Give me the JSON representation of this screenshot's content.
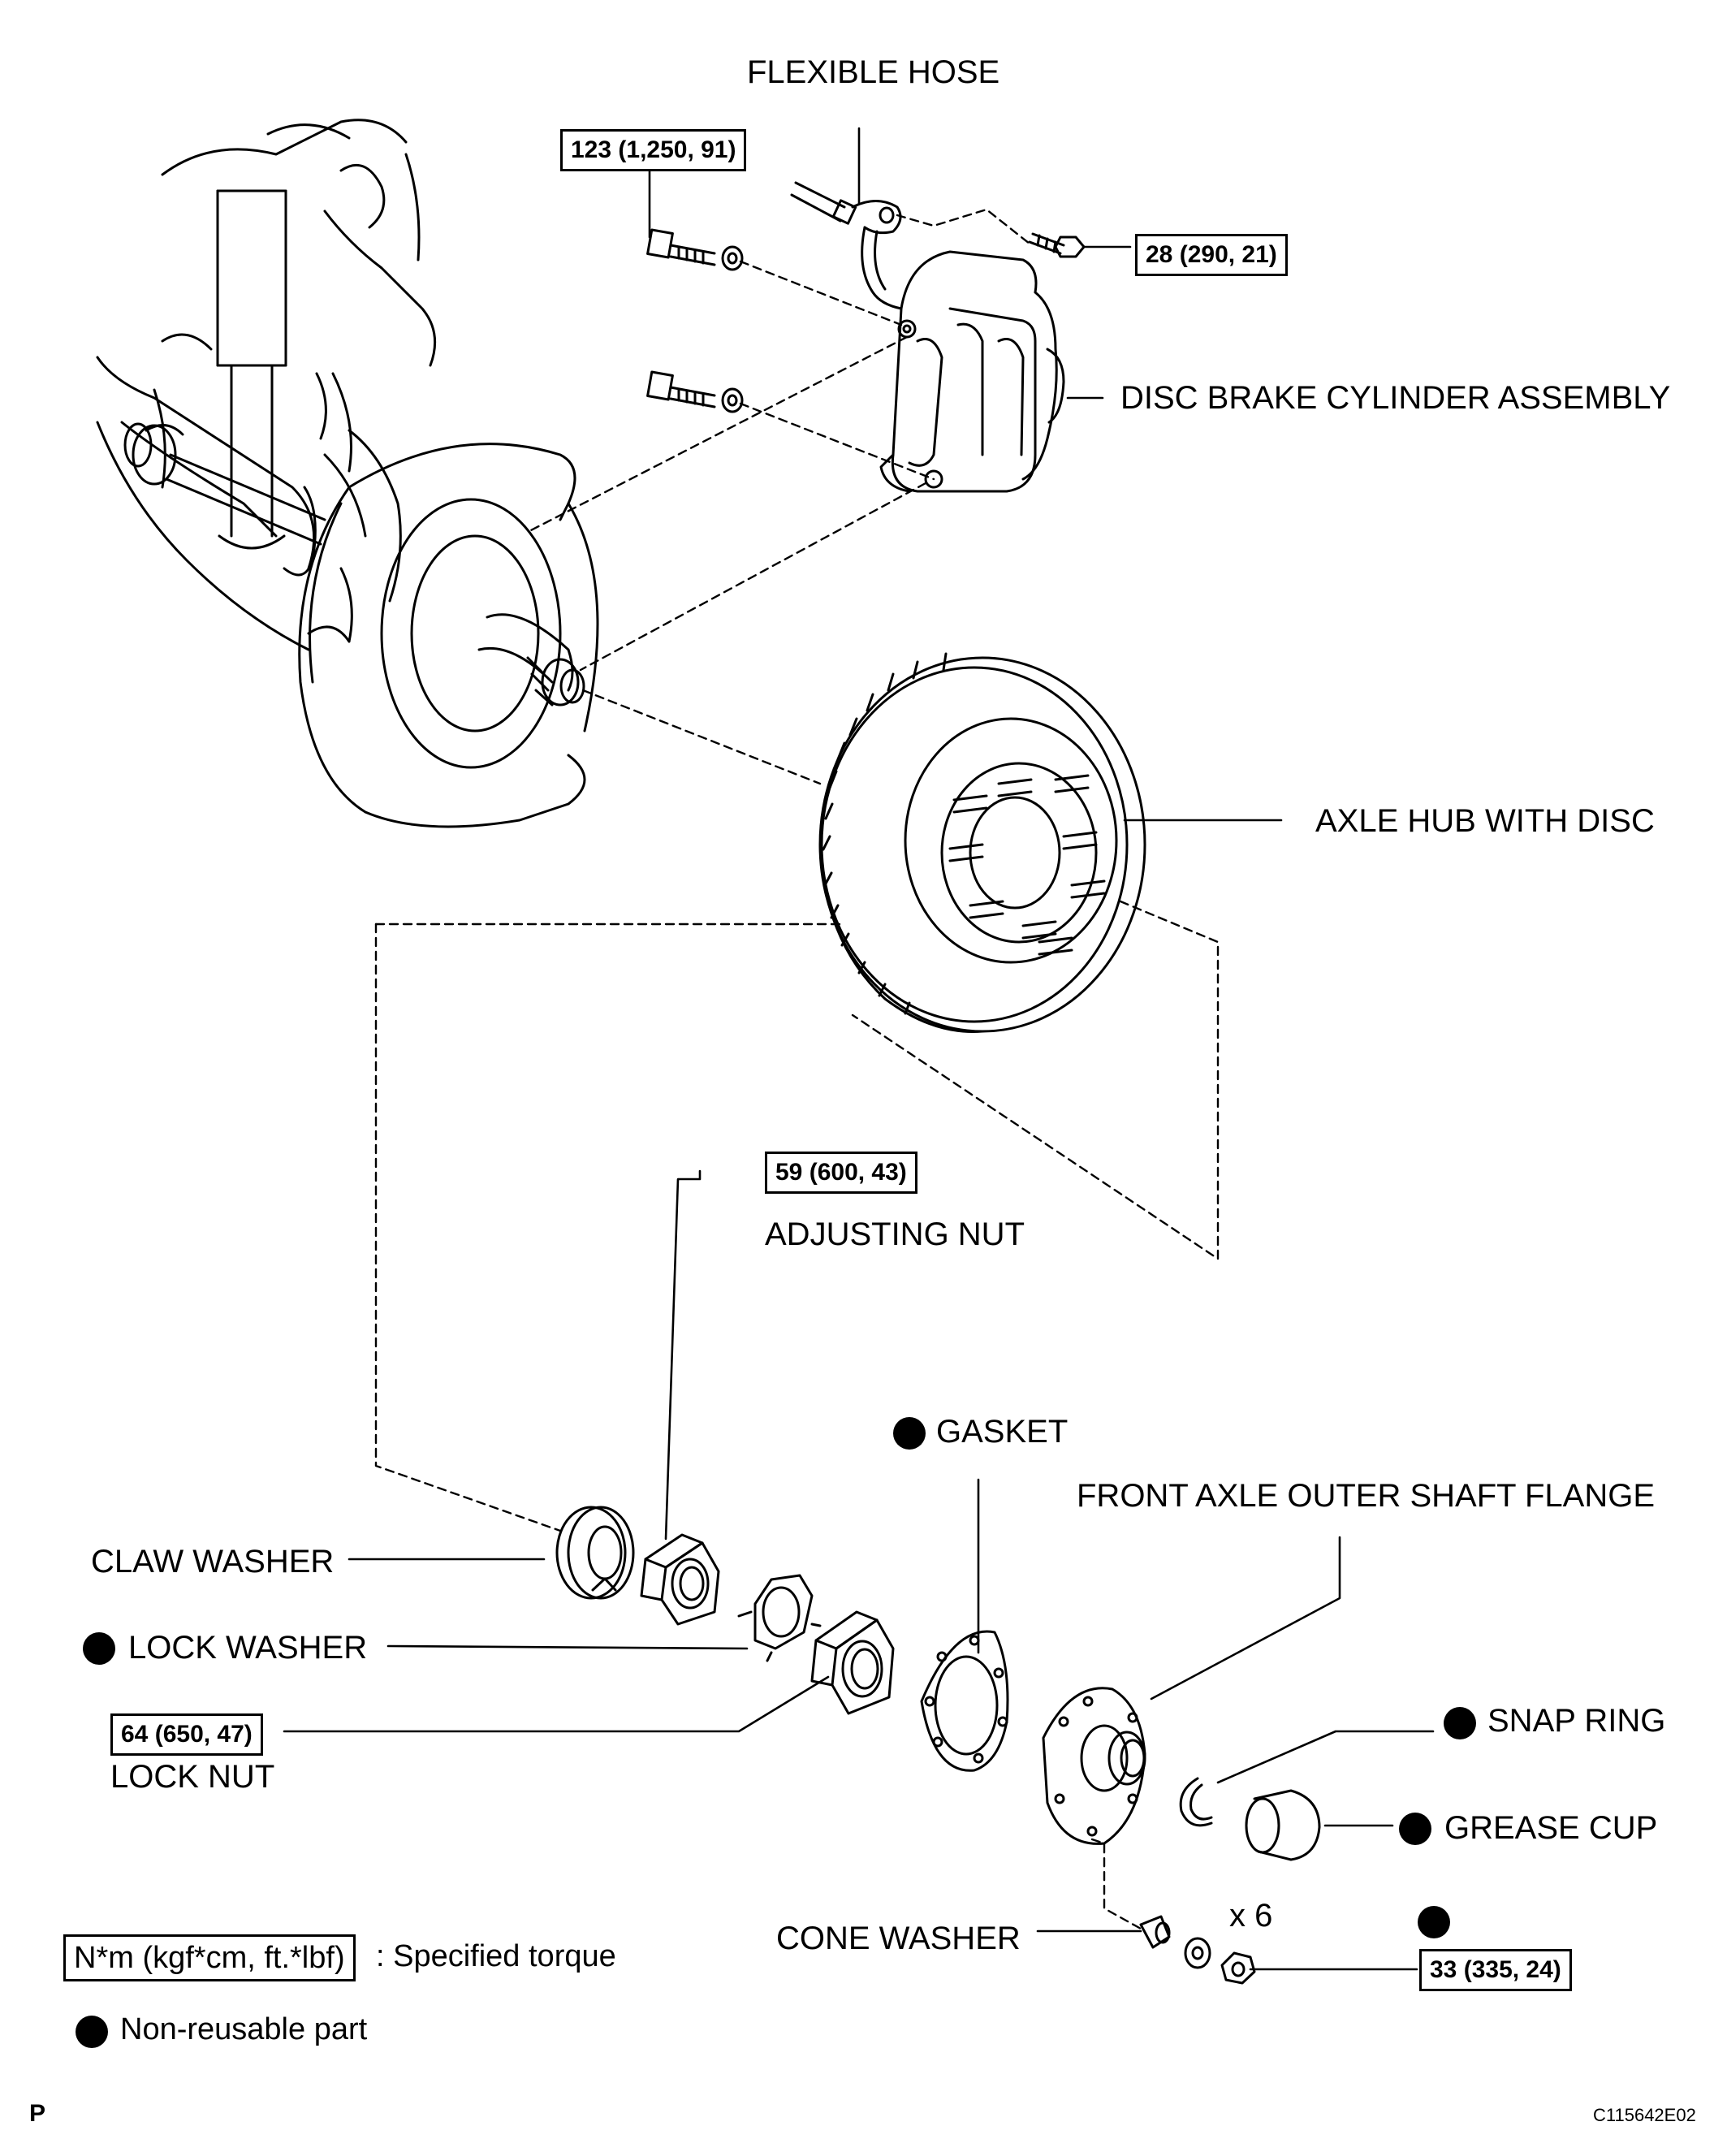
{
  "labels": {
    "flexible_hose": "FLEXIBLE HOSE",
    "disc_brake_cylinder": "DISC BRAKE CYLINDER ASSEMBLY",
    "axle_hub_with_disc": "AXLE HUB WITH DISC",
    "adjusting_nut": "ADJUSTING NUT",
    "gasket": "GASKET",
    "front_axle_flange": "FRONT AXLE OUTER SHAFT FLANGE",
    "claw_washer": "CLAW WASHER",
    "lock_washer": "LOCK WASHER",
    "lock_nut": "LOCK NUT",
    "snap_ring": "SNAP RING",
    "grease_cup": "GREASE CUP",
    "cone_washer": "CONE WASHER",
    "qty_x6": "x 6"
  },
  "torques": {
    "caliper_bolt": "123 (1,250, 91)",
    "flex_hose_bolt": "28 (290, 21)",
    "adjusting_nut": "59 (600, 43)",
    "lock_nut": "64 (650, 47)",
    "hub_nut": "33 (335, 24)"
  },
  "legend": {
    "torque_unit": "N*m (kgf*cm, ft.*lbf)",
    "torque_desc": ": Specified torque",
    "nonreusable_desc": "Non-reusable part"
  },
  "footer": {
    "corner_mark": "P",
    "figure_code": "C115642E02"
  },
  "icons": {
    "non_reusable": "filled-black-circle"
  }
}
